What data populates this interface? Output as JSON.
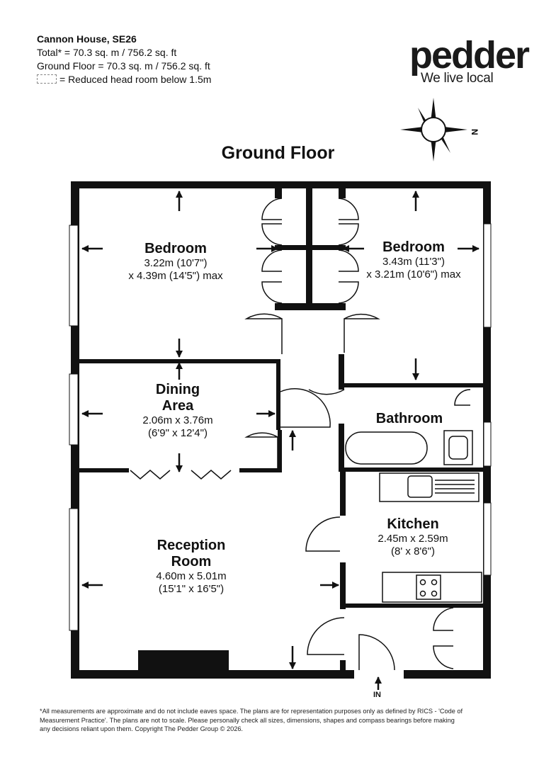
{
  "header": {
    "property": "Cannon House, SE26",
    "total": "Total* = 70.3 sq. m / 756.2 sq. ft",
    "ground_floor": "Ground Floor = 70.3 sq. m / 756.2 sq. ft",
    "reduced_headroom": "= Reduced head room below 1.5m"
  },
  "logo": {
    "word": "pedder",
    "tagline": "We live local"
  },
  "compass": {
    "label": "N"
  },
  "floor_title": "Ground Floor",
  "rooms": {
    "bedroom1": {
      "name": "Bedroom",
      "dim1": "3.22m (10'7\")",
      "dim2": "x 4.39m (14'5\") max"
    },
    "bedroom2": {
      "name": "Bedroom",
      "dim1": "3.43m (11'3\")",
      "dim2": "x 3.21m (10'6\") max"
    },
    "dining": {
      "name1": "Dining",
      "name2": "Area",
      "dim1": "2.06m x 3.76m",
      "dim2": "(6'9\" x 12'4\")"
    },
    "bathroom": {
      "name": "Bathroom"
    },
    "kitchen": {
      "name": "Kitchen",
      "dim1": "2.45m x 2.59m",
      "dim2": "(8' x 8'6\")"
    },
    "reception": {
      "name1": "Reception",
      "name2": "Room",
      "dim1": "4.60m x 5.01m",
      "dim2": "(15'1\" x 16'5\")"
    }
  },
  "entrance": "IN",
  "footer": "*All measurements are approximate and do not include eaves space. The plans are for representation purposes only as defined by RICS - 'Code of Measurement Practice'. The plans are not to scale. Please personally check all sizes, dimensions, shapes and compass bearings before making any decisions reliant upon them. Copyright The Pedder Group © 2026."
}
